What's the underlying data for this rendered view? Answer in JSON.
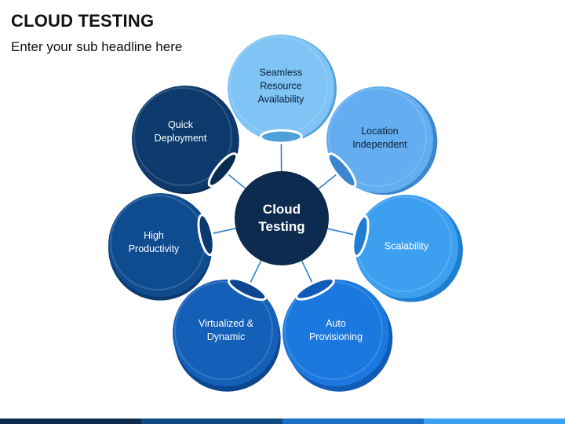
{
  "header": {
    "title": "CLOUD TESTING",
    "subtitle": "Enter your sub headline here"
  },
  "center": {
    "label": "Cloud\nTesting",
    "color": "#0d2a4f"
  },
  "nodes": [
    {
      "id": "seamless",
      "label": "Seamless\nResource\nAvailability",
      "color": "#7fc4f5",
      "shade": "#4f9fd9",
      "text_dark": true
    },
    {
      "id": "location",
      "label": "Location\nIndependent",
      "color": "#63adf0",
      "shade": "#3a86cf",
      "text_dark": true
    },
    {
      "id": "scalability",
      "label": "Scalability",
      "color": "#3d9ff0",
      "shade": "#1f7ecf",
      "text_dark": false
    },
    {
      "id": "auto",
      "label": "Auto\nProvisioning",
      "color": "#1b78de",
      "shade": "#0f5bb5",
      "text_dark": false
    },
    {
      "id": "virtualized",
      "label": "Virtualized &\nDynamic",
      "color": "#145fb8",
      "shade": "#0c4690",
      "text_dark": false
    },
    {
      "id": "productivity",
      "label": "High\nProductivity",
      "color": "#0f4c8f",
      "shade": "#0a3a70",
      "text_dark": false
    },
    {
      "id": "deployment",
      "label": "Quick\nDeployment",
      "color": "#0d3a6c",
      "shade": "#082b52",
      "text_dark": false
    }
  ],
  "colors": {
    "connector": "#2f7fc8",
    "bar": [
      "#0d2a4f",
      "#124a85",
      "#1b6fc4",
      "#3d9ff0"
    ]
  }
}
